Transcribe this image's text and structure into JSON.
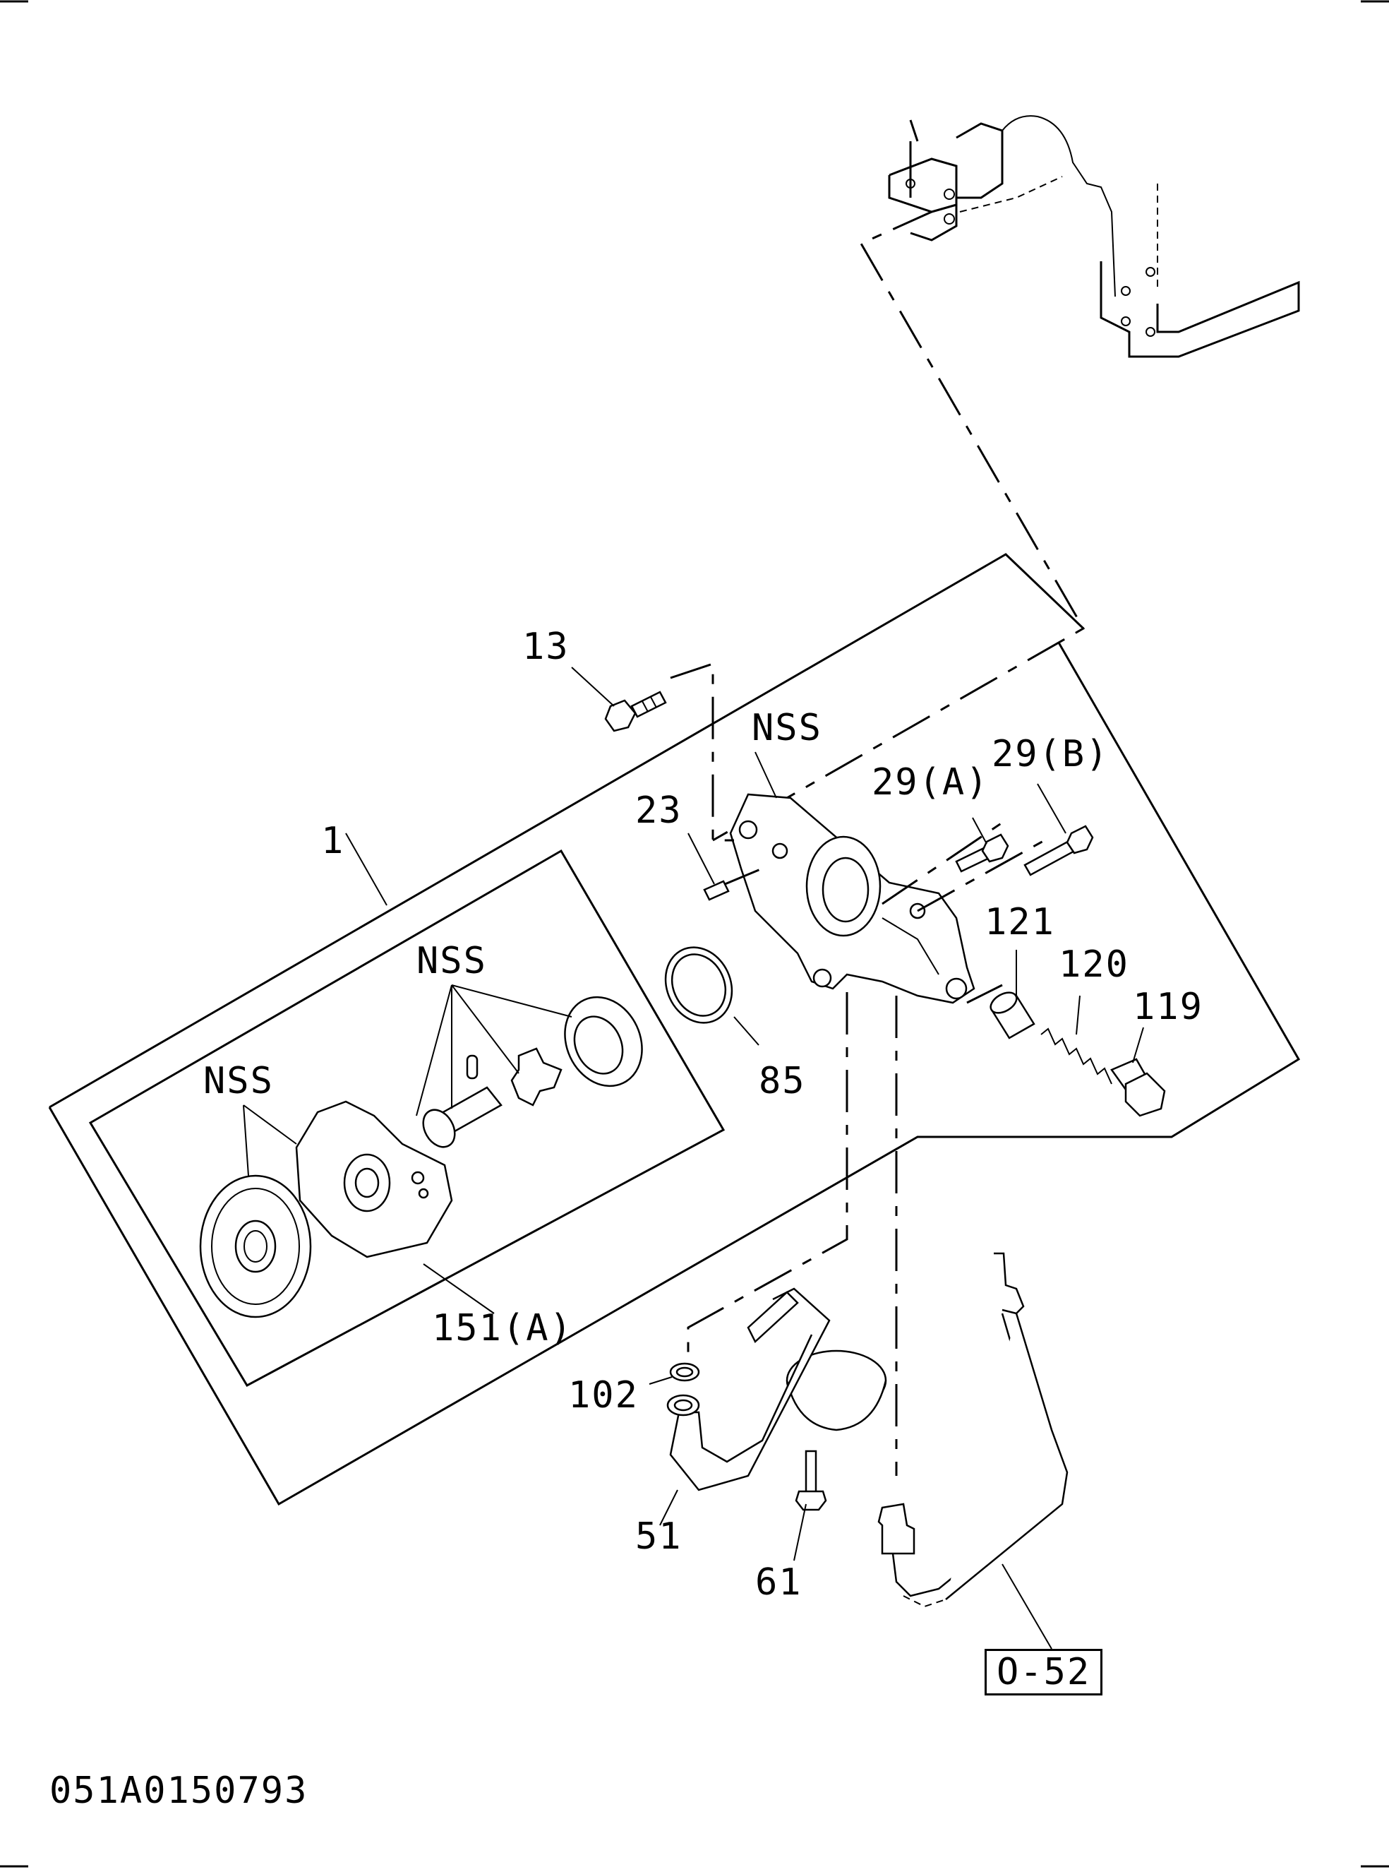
{
  "diagram": {
    "drawing_number": "051A0150793",
    "reference": "O-52",
    "callouts": {
      "c1": "1",
      "c13": "13",
      "c23": "23",
      "c29a": "29(A)",
      "c29b": "29(B)",
      "c51": "51",
      "c61": "61",
      "c85": "85",
      "c102": "102",
      "c119": "119",
      "c120": "120",
      "c121": "121",
      "c151a": "151(A)",
      "nss_top": "NSS",
      "nss_mid": "NSS",
      "nss_left": "NSS"
    }
  }
}
